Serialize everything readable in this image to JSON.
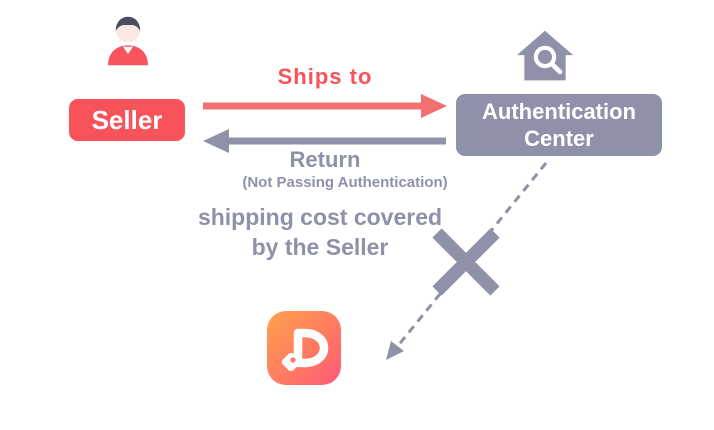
{
  "nodes": {
    "seller": {
      "label": "Seller"
    },
    "authentication_center": {
      "line1": "Authentication",
      "line2": "Center"
    }
  },
  "edges": {
    "ships_to": {
      "label": "Ships to"
    },
    "return": {
      "label": "Return",
      "note": "(Not Passing Authentication)"
    },
    "shipping_cost": {
      "line1": "shipping cost covered",
      "line2": "by the Seller"
    }
  },
  "icons": {
    "seller": "person-icon",
    "authentication_center": "house-search-icon",
    "app": "app-logo-icon",
    "blocked_path": "cross-icon"
  },
  "colors": {
    "red": "#f8525a",
    "arrow_red": "#f37070",
    "gray": "#8e91a8",
    "white": "#ffffff",
    "app_gradient_start": "#ffa24f",
    "app_gradient_end": "#ff5876"
  }
}
